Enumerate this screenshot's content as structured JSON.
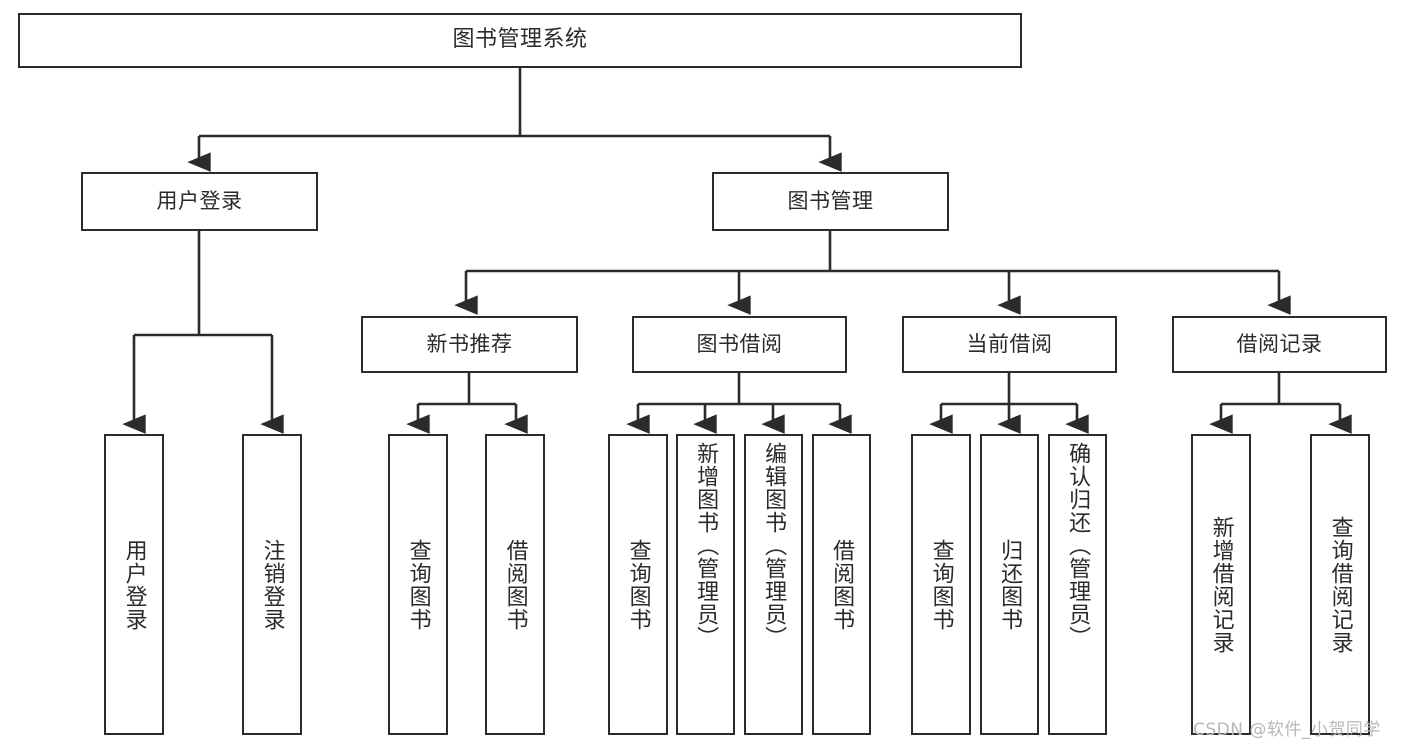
{
  "diagram": {
    "title": "图书管理系统",
    "type": "tree-structure-chart",
    "root": {
      "label": "图书管理系统"
    },
    "level1": [
      {
        "label": "用户登录"
      },
      {
        "label": "图书管理"
      }
    ],
    "level2": [
      {
        "label": "新书推荐"
      },
      {
        "label": "图书借阅"
      },
      {
        "label": "当前借阅"
      },
      {
        "label": "借阅记录"
      }
    ],
    "leaves": {
      "user_login": [
        {
          "label": "用户登录"
        },
        {
          "label": "注销登录"
        }
      ],
      "new_book_recommend": [
        {
          "label": "查询图书"
        },
        {
          "label": "借阅图书"
        }
      ],
      "book_borrow": [
        {
          "label": "查询图书"
        },
        {
          "label": "新增图书（管理员）"
        },
        {
          "label": "编辑图书（管理员）"
        },
        {
          "label": "借阅图书"
        }
      ],
      "current_borrow": [
        {
          "label": "查询图书"
        },
        {
          "label": "归还图书"
        },
        {
          "label": "确认归还（管理员）"
        }
      ],
      "borrow_record": [
        {
          "label": "新增借阅记录"
        },
        {
          "label": "查询借阅记录"
        }
      ]
    }
  },
  "watermark": {
    "text": "CSDN @软件_小贺同学"
  },
  "colors": {
    "stroke": "#2b2b2b",
    "background": "#ffffff",
    "text": "#2b2b2b",
    "watermark": "#b8b8b8"
  }
}
